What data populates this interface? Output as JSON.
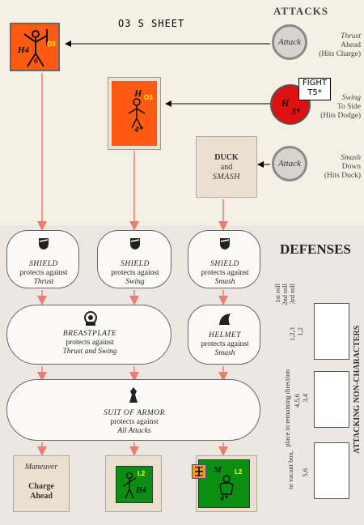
{
  "title": "O3 S  SHEET",
  "attacks": {
    "heading": "ATTACKS",
    "thrust": {
      "circle": "Attack",
      "line1": "Thrust",
      "line2": "Ahead",
      "line3": "(Hits Charge)"
    },
    "swing": {
      "line1": "Swing",
      "line2": "To Side",
      "line3": "(Hits Dodge)"
    },
    "smash": {
      "circle": "Attack",
      "line1": "Smash",
      "line2": "Down",
      "line3": "(Hits Duck)"
    }
  },
  "fight_label": {
    "line1": "FIGHT",
    "line2": "T5*"
  },
  "maneuvers": {
    "duck_smash": {
      "l1": "DUCK",
      "l2": "and",
      "l3": "SMASH"
    },
    "charge": {
      "title": "Maneuver",
      "l1": "Charge",
      "l2": "Ahead"
    }
  },
  "counters": {
    "top_left": {
      "code": "O3",
      "h": "H4",
      "six": "6"
    },
    "top_mid": {
      "code": "O3",
      "h": "H",
      "four": "4*"
    },
    "attack_red": {
      "h": "H",
      "three": "3*"
    },
    "bottom_mid": {
      "code": "L2",
      "h": "H4"
    },
    "bottom_right": {
      "code": "L2",
      "m": "M",
      "four": "4*"
    }
  },
  "defenses": {
    "heading": "DEFENSES",
    "shield_thrust": {
      "name": "SHIELD",
      "l1": "protects against",
      "l2": "Thrust"
    },
    "shield_swing": {
      "name": "SHIELD",
      "l1": "protects against",
      "l2": "Swing"
    },
    "shield_smash": {
      "name": "SHIELD",
      "l1": "protects against",
      "l2": "Smash"
    },
    "breastplate": {
      "name": "BREASTPLATE",
      "l1": "protects against",
      "l2": "Thrust and Swing"
    },
    "helmet": {
      "name": "HELMET",
      "l1": "protects against",
      "l2": "Smash"
    },
    "suit": {
      "name": "SUIT OF ARMOR",
      "l1": "protects against",
      "l2": "All Attacks"
    }
  },
  "side": {
    "heading": "ATTACKING NON-CHARACTERS",
    "rolls": [
      "1st roll",
      "2nd roll",
      "3rd roll"
    ],
    "row1": "1,2",
    "row1b": "1,2,3",
    "row2": "3,4",
    "row2b": "4,5,6",
    "row2c": "place in remaining direction",
    "row3": "5,6",
    "row3b": "to vacant box."
  }
}
